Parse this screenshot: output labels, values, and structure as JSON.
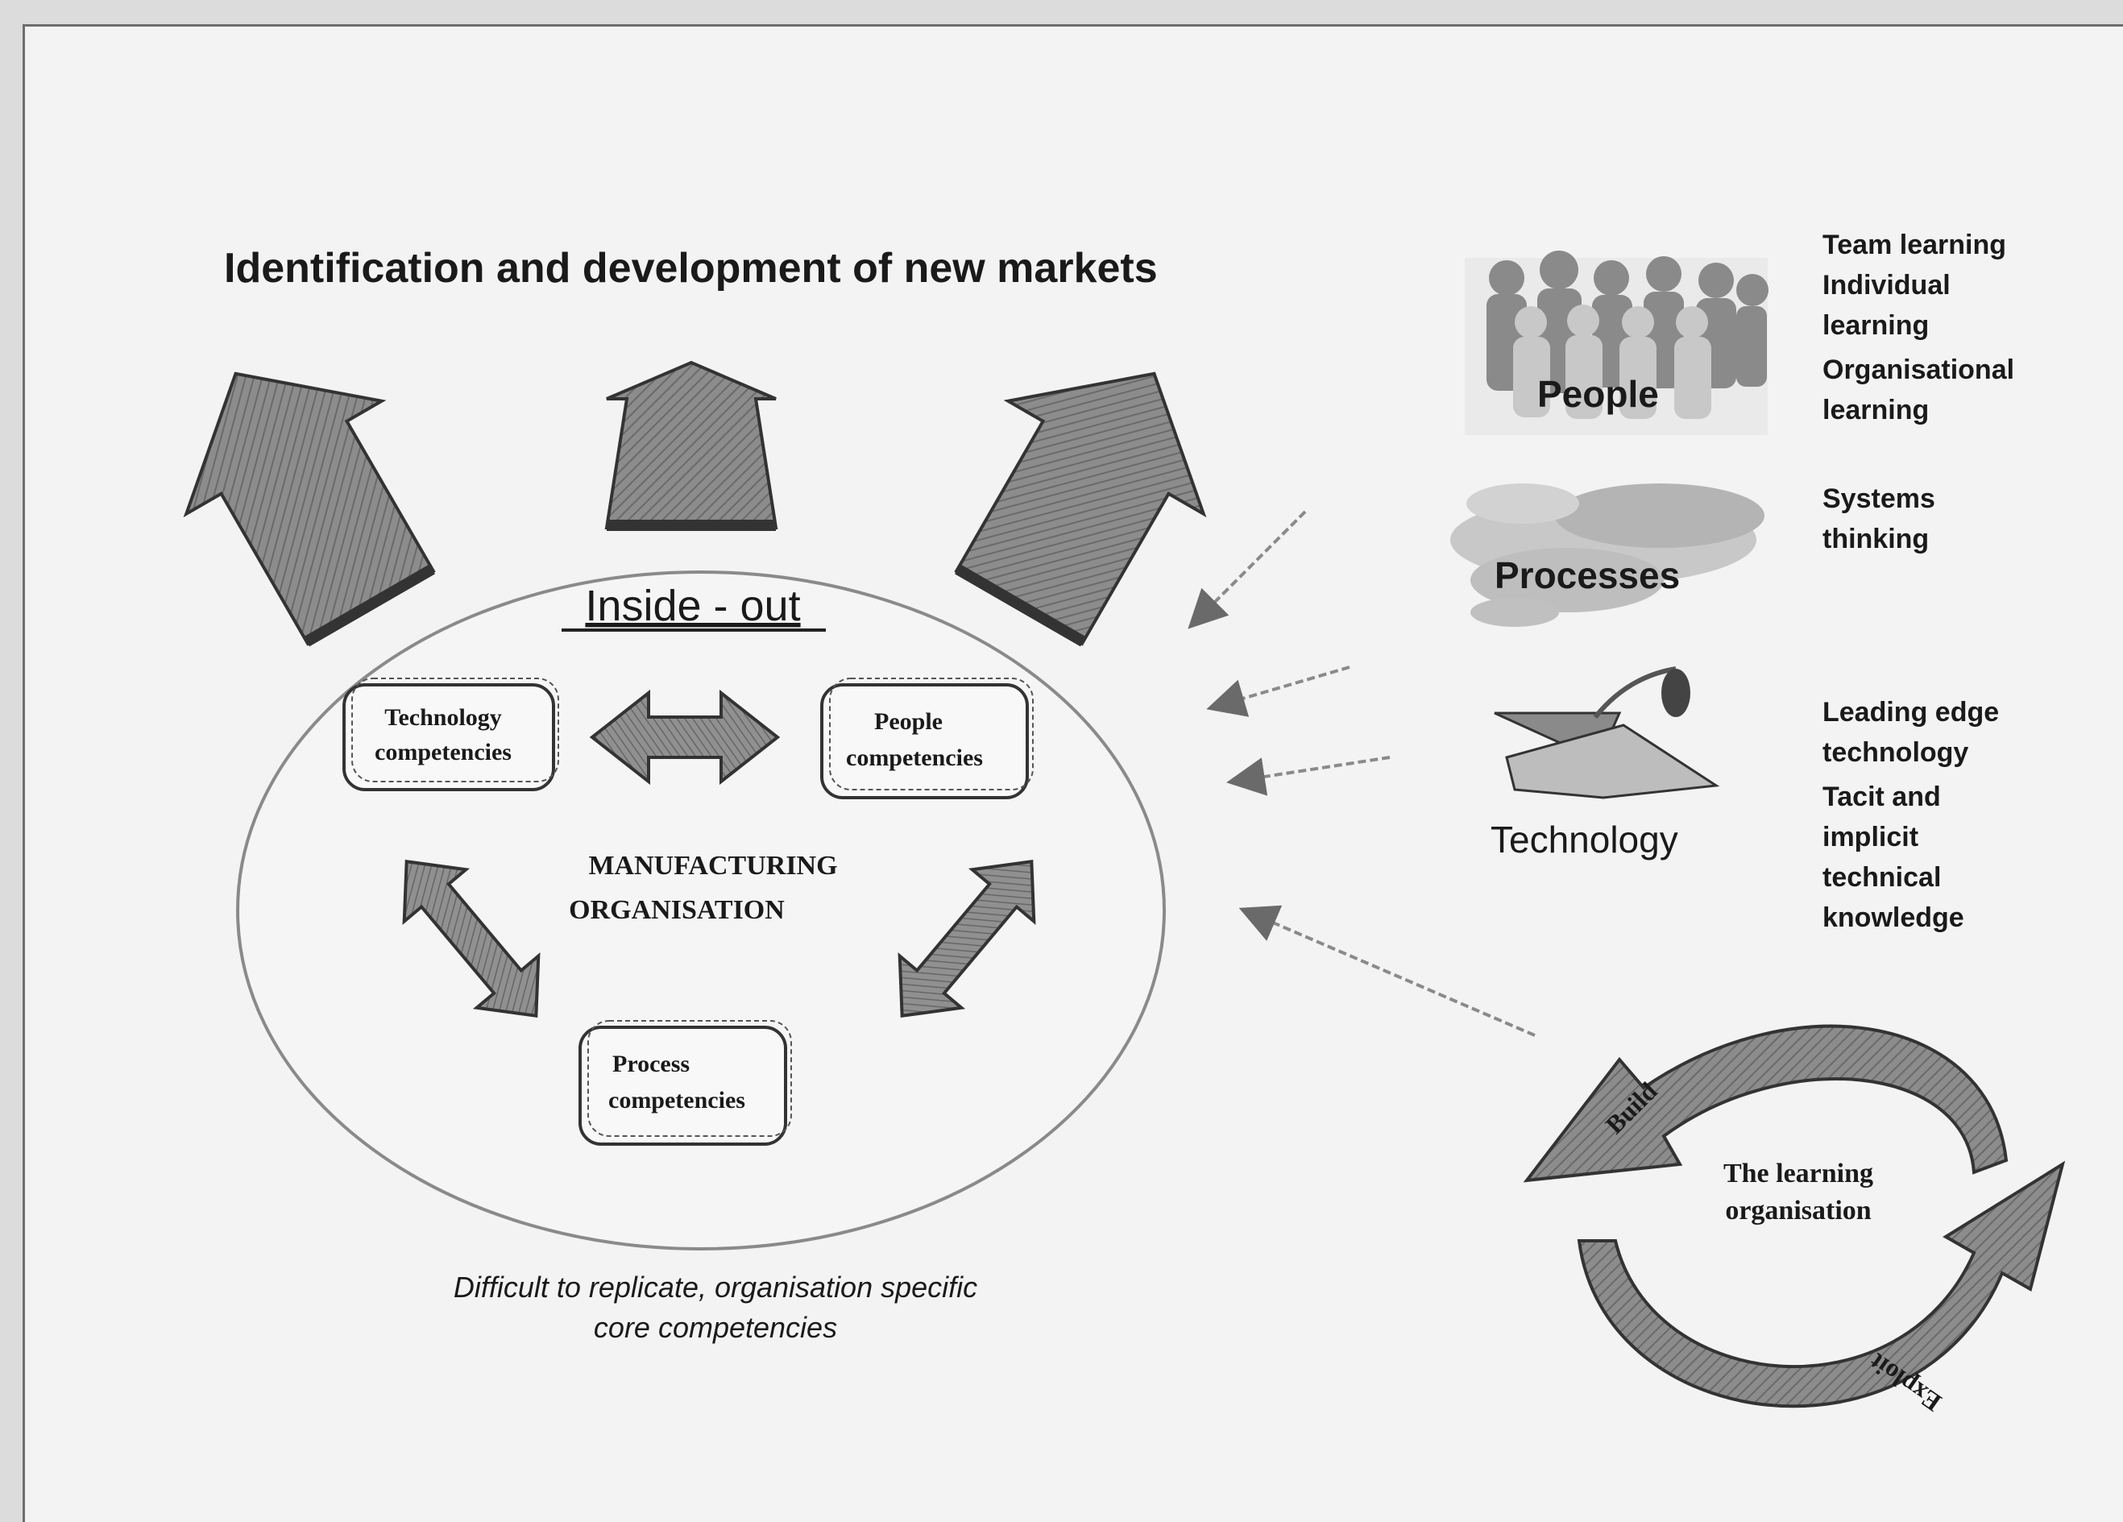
{
  "title": "Identification and development of new markets",
  "center": {
    "heading": "Inside - out",
    "core": [
      "MANUFACTURING",
      "ORGANISATION"
    ],
    "boxes": {
      "technology": [
        "Technology",
        "competencies"
      ],
      "people": [
        "People",
        "competencies"
      ],
      "process": [
        "Process",
        "competencies"
      ]
    },
    "caption": [
      "Difficult to replicate, organisation specific",
      "core competencies"
    ]
  },
  "pillars": [
    {
      "name": "People",
      "icon": "people-group-icon",
      "notes": [
        "Team learning",
        "Individual",
        "learning",
        "Organisational",
        "learning"
      ]
    },
    {
      "name": "Processes",
      "icon": "process-cloud-icon",
      "notes": [
        "Systems",
        "thinking"
      ]
    },
    {
      "name": "Technology",
      "icon": "technology-satellite-icon",
      "notes": [
        "Leading edge",
        "technology",
        "Tacit and",
        "implicit",
        "technical",
        "knowledge"
      ]
    }
  ],
  "learning_cycle": {
    "label": [
      "The learning",
      "organisation"
    ],
    "arrow_top": "Build",
    "arrow_bottom": "Exploit"
  },
  "colors": {
    "arrow": "#8a8a8a",
    "arrow_dark": "#3c3c3c",
    "background": "#f3f3f3"
  }
}
